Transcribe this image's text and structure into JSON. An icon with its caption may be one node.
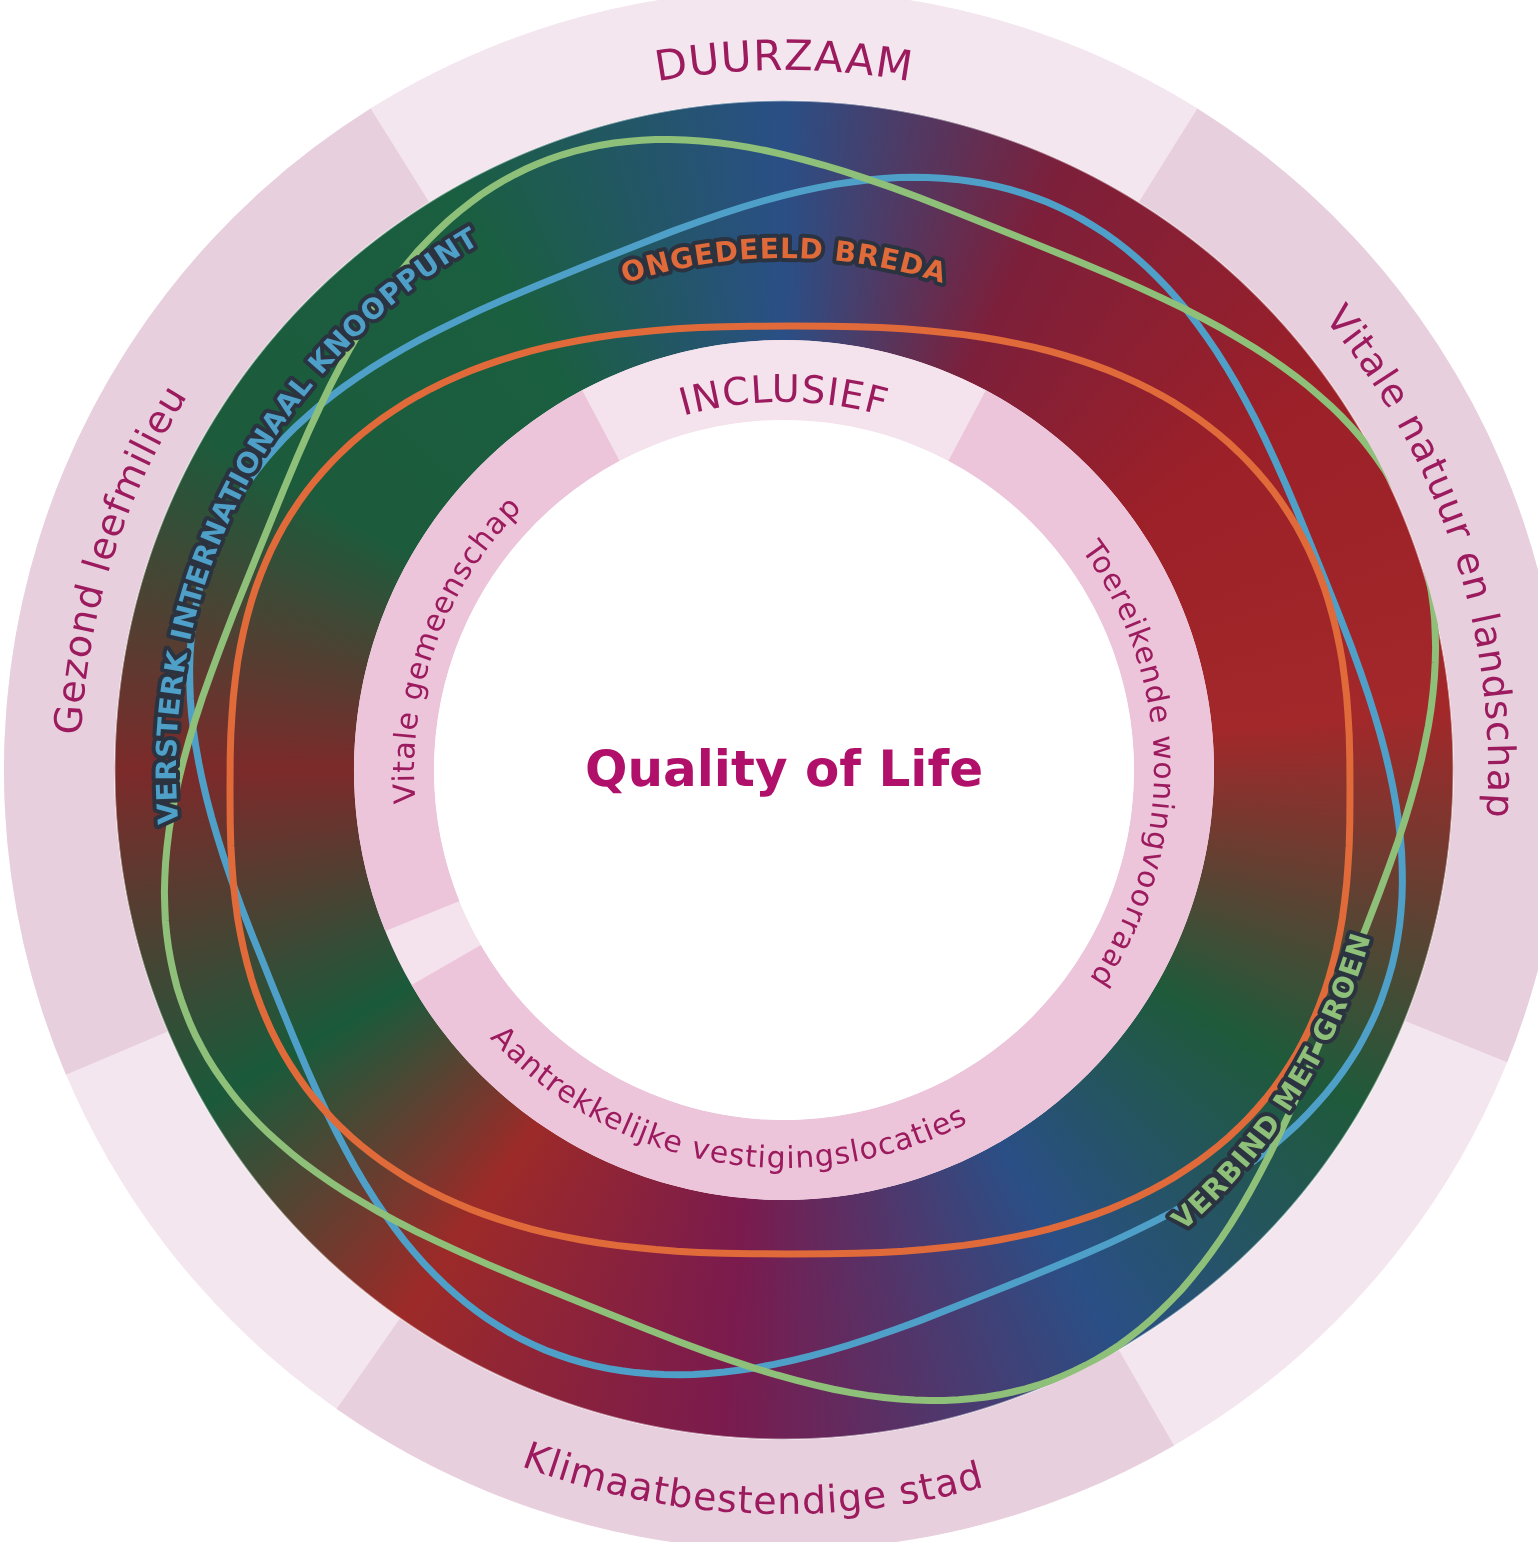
{
  "diagram": {
    "nodes": [
      {
        "text": [
          "DUURZAAM"
        ]
      },
      {
        "text": [
          "Gezond leefmilieu"
        ]
      },
      {
        "text": [
          "Vitale natuur en landschap"
        ]
      },
      {
        "text": [
          "VERSTERK INTERNATIONAAL KNOOPPUNT"
        ]
      },
      {
        "text": [
          "ONGEDEELD BREDA"
        ]
      },
      {
        "text": [
          "INCLUSIEF"
        ]
      },
      {
        "text": [
          "Vitale gemeenschap"
        ]
      },
      {
        "text": [
          "Toereikende woningvoorraad"
        ]
      },
      {
        "text": [
          "Quality of Life"
        ]
      },
      {
        "text": [
          "Aantrekkelijke vestigingslocaties"
        ]
      },
      {
        "text": [
          "VERBIND MET GROEN"
        ]
      },
      {
        "text": [
          "Klimaatbestendige stad"
        ]
      }
    ]
  }
}
